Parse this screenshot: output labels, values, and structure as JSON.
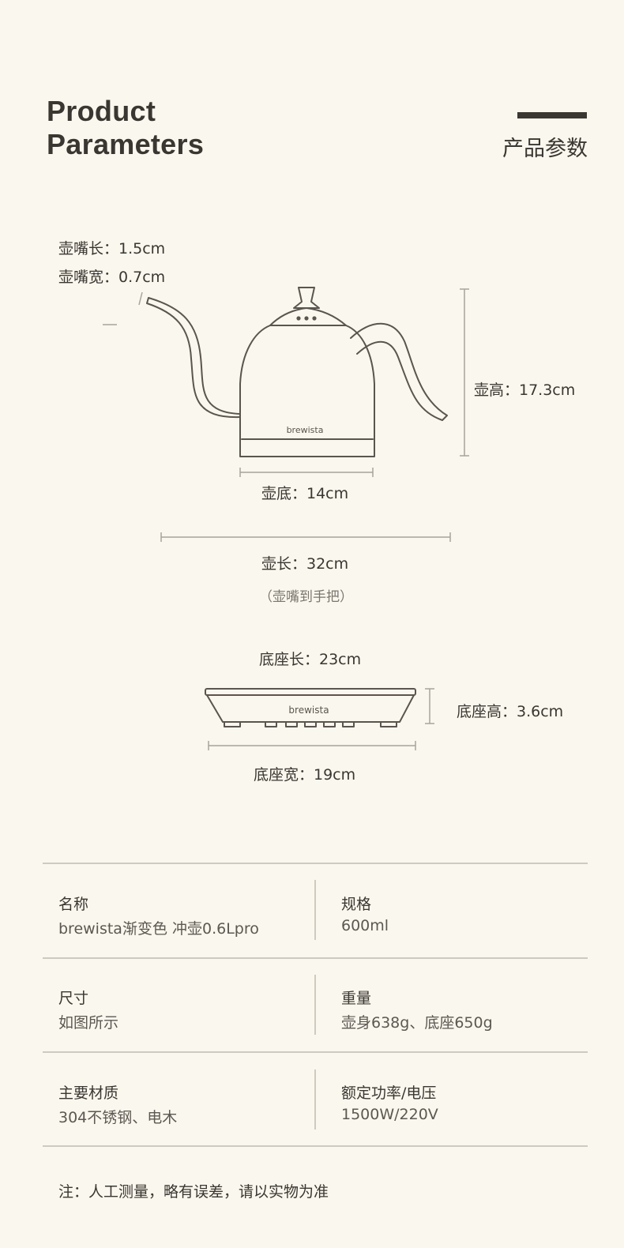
{
  "header": {
    "title_line1": "Product",
    "title_line2": "Parameters",
    "title_cn": "产品参数"
  },
  "kettle": {
    "spout_length": "壶嘴长：1.5cm",
    "spout_width": "壶嘴宽：0.7cm",
    "height": "壶高：17.3cm",
    "base": "壶底：14cm",
    "length": "壶长：32cm",
    "length_note": "（壶嘴到手把）",
    "brand": "brewista"
  },
  "base": {
    "length": "底座长：23cm",
    "height": "底座高：3.6cm",
    "width": "底座宽：19cm",
    "brand": "brewista"
  },
  "specs": [
    {
      "left": {
        "key": "名称",
        "value": "brewista渐变色 冲壶0.6Lpro"
      },
      "right": {
        "key": "规格",
        "value": "600ml"
      }
    },
    {
      "left": {
        "key": "尺寸",
        "value": "如图所示"
      },
      "right": {
        "key": "重量",
        "value": "壶身638g、底座650g"
      }
    },
    {
      "left": {
        "key": "主要材质",
        "value": "304不锈钢、电木"
      },
      "right": {
        "key": "额定功率/电压",
        "value": "1500W/220V"
      }
    }
  ],
  "note": "注：人工测量，略有误差，请以实物为准"
}
